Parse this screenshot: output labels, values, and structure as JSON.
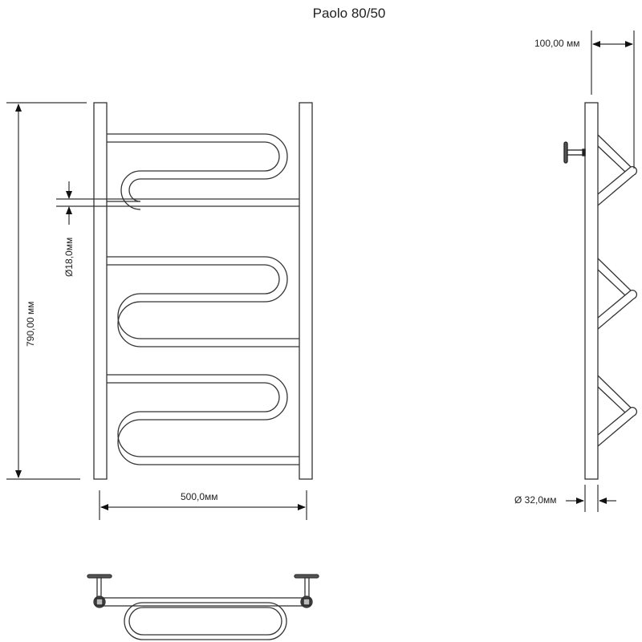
{
  "title": "Paolo 80/50",
  "dimensions": {
    "height": "790,00 мм",
    "width": "500,0мм",
    "tube_diameter": "Ø18,0мм",
    "depth": "100,00 мм",
    "post_diameter": "Ø 32,0мм"
  },
  "views": {
    "front": "front-view",
    "side": "side-view",
    "top": "top-view"
  },
  "colors": {
    "line": "#333333",
    "background": "#ffffff"
  }
}
